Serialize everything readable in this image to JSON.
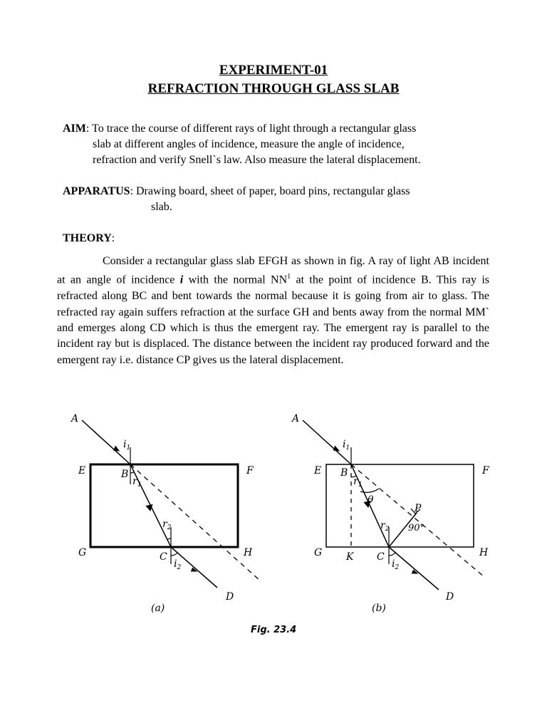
{
  "title_line1": "EXPERIMENT-01",
  "title_line2": "REFRACTION THROUGH GLASS SLAB",
  "aim": {
    "label": "AIM",
    "lines": [
      ": To trace the course of different rays of light through a rectangular glass",
      "slab at different angles of incidence, measure the angle of incidence,",
      "refraction and verify Snell`s law. Also measure the lateral displacement."
    ]
  },
  "apparatus": {
    "label": "APPARATUS",
    "lines": [
      ": Drawing board, sheet of paper, board pins, rectangular glass",
      "slab."
    ]
  },
  "theory": {
    "label": "THEORY",
    "colon": ":",
    "p1": "Consider a rectangular glass slab EFGH as shown in fig. A ray of light AB incident at an angle of incidence",
    "i_symbol": "i",
    "p2": "with the normal NN",
    "sup": "1",
    "p3": "at the point of incidence B. This ray is refracted along BC and bent towards the normal because it is going from air to glass. The refracted ray again suffers refraction at the surface GH and bents away from the normal MM` and emerges along CD which is thus the emergent ray. The emergent ray is parallel to the incident ray but is displaced. The distance between the incident ray produced forward and the emergent ray i.e. distance CP gives us the lateral displacement."
  },
  "figure": {
    "caption": "Fig. 23.4",
    "a": {
      "sublabel": "(a)",
      "points": {
        "A": "A",
        "B": "B",
        "C": "C",
        "D": "D",
        "E": "E",
        "F": "F",
        "G": "G",
        "H": "H"
      },
      "angles": {
        "i1": "i",
        "i1_sub": "1",
        "r1": "r",
        "r1_sub": "1",
        "r2": "r",
        "r2_sub": "2",
        "i2": "i",
        "i2_sub": "2"
      }
    },
    "b": {
      "sublabel": "(b)",
      "points": {
        "A": "A",
        "B": "B",
        "C": "C",
        "D": "D",
        "E": "E",
        "F": "F",
        "G": "G",
        "H": "H",
        "K": "K",
        "P": "P"
      },
      "angles": {
        "i1": "i",
        "i1_sub": "1",
        "r1": "r",
        "r1_sub": "1",
        "r2": "r",
        "r2_sub": "2",
        "i2": "i",
        "i2_sub": "2",
        "theta": "θ",
        "right": "90°"
      }
    }
  }
}
